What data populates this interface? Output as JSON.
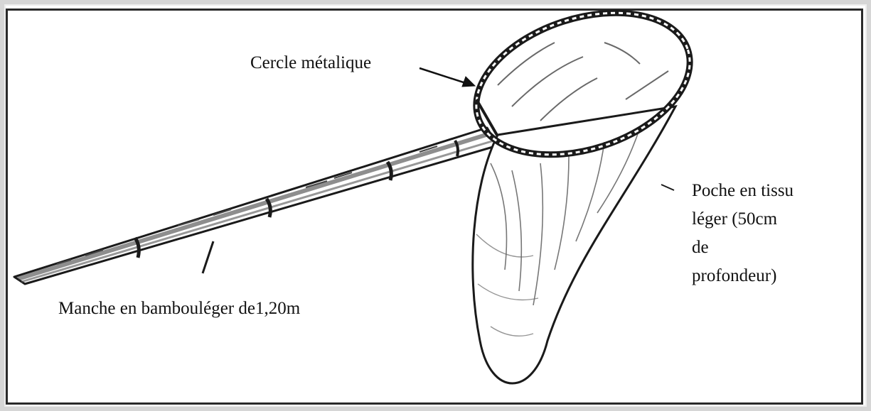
{
  "labels": {
    "circle": "Cercle métalique",
    "handle": "Manche en bambouléger de1,20m",
    "pocket_lines": [
      "Poche en tissu",
      "léger (50cm",
      "de",
      "profondeur)"
    ]
  },
  "icons": {
    "net": "butterfly-net-icon",
    "arrow": "arrow-icon"
  },
  "colors": {
    "ink": "#111111",
    "frame": "#2a2a2a"
  }
}
